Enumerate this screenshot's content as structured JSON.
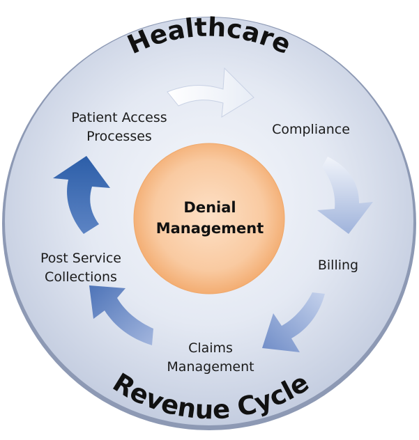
{
  "diagram": {
    "title_top": "Healthcare",
    "title_bottom": "Revenue Cycle",
    "center": {
      "line1": "Denial",
      "line2": "Management"
    },
    "stages": {
      "patient_access": {
        "line1": "Patient Access",
        "line2": "Processes"
      },
      "compliance": {
        "line1": "Compliance"
      },
      "billing": {
        "line1": "Billing"
      },
      "claims_management": {
        "line1": "Claims",
        "line2": "Management"
      },
      "post_service": {
        "line1": "Post Service",
        "line2": "Collections"
      }
    },
    "colors": {
      "ring_outer": "#9aa6c0",
      "ring_fill": "#dde3ef",
      "center_fill": "#f9c9a0",
      "center_edge": "#f2a86c",
      "arrow_light": "#dde6f4",
      "arrow_mid": "#8aa2d3",
      "arrow_dark": "#3566ad",
      "text": "#111111"
    }
  }
}
